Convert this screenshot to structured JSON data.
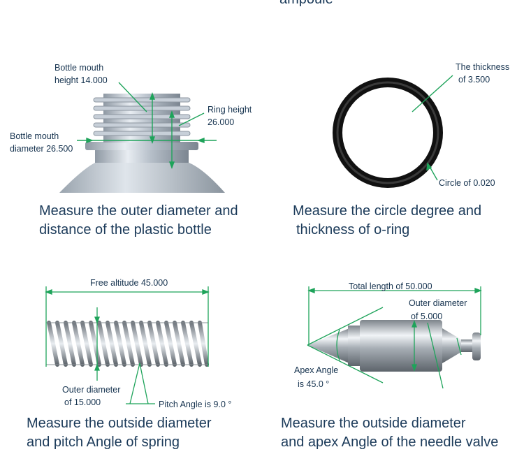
{
  "top_fragment": "ampoule",
  "colors": {
    "caption": "#1c3b5a",
    "annotation": "#16334f",
    "measure_line": "#1ea35a"
  },
  "panels": [
    {
      "id": "bottle",
      "annotations": {
        "mouth_height_l1": "Bottle mouth",
        "mouth_height_l2": "height 14.000",
        "ring_height_l1": "Ring height",
        "ring_height_l2": "26.000",
        "mouth_diam_l1": "Bottle mouth",
        "mouth_diam_l2": "diameter 26.500"
      },
      "caption_l1": "Measure the outer diameter and",
      "caption_l2": "distance of the plastic bottle"
    },
    {
      "id": "o-ring",
      "annotations": {
        "thickness_l1": "The thickness",
        "thickness_l2": "of 3.500",
        "circle": "Circle of 0.020"
      },
      "caption_l1": "Measure the circle degree and",
      "caption_l2": "thickness of o-ring"
    },
    {
      "id": "spring",
      "annotations": {
        "free_altitude": "Free altitude 45.000",
        "outer_diam_l1": "Outer diameter",
        "outer_diam_l2": "of 15.000",
        "pitch": "Pitch Angle is 9.0 °"
      },
      "caption_l1": "Measure the outside diameter",
      "caption_l2": "and pitch Angle of spring"
    },
    {
      "id": "needle-valve",
      "annotations": {
        "total_length": "Total length of 50.000",
        "outer_diam_l1": "Outer diameter",
        "outer_diam_l2": "of 5.000",
        "apex_l1": "Apex Angle",
        "apex_l2": "is 45.0 °"
      },
      "caption_l1": "Measure the outside diameter",
      "caption_l2": "and apex Angle of the needle valve"
    }
  ]
}
